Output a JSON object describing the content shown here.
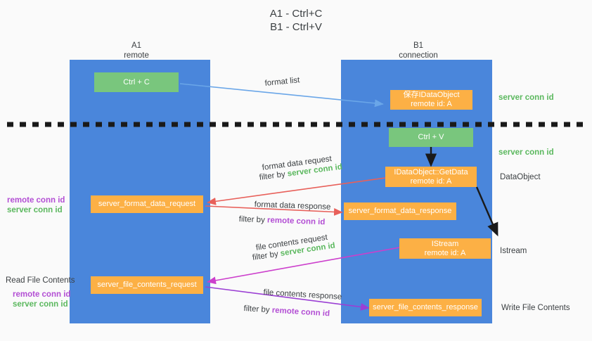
{
  "title": "A1 - Ctrl+C\nB1 - Ctrl+V",
  "columns": [
    {
      "name": "a1",
      "heading": "A1\nremote"
    },
    {
      "name": "b1",
      "heading": "B1\nconnection"
    }
  ],
  "boxes": {
    "ctrl_c": "Ctrl + C",
    "ctrl_v": "Ctrl + V",
    "save_idataobject": "保存IDataObject\nremote id: A",
    "idataobject_getdata": "IDataObject::GetData\nremote id: A",
    "istream": "IStream\nremote id: A",
    "server_format_data_request": "server_format_data_request",
    "server_format_data_response": "server_format_data_response",
    "server_file_contents_request": "server_file_contents_request",
    "server_file_contents_response": "server_file_contents_response"
  },
  "edge_labels": {
    "format_list": "format list",
    "format_data_request": "format data request",
    "format_data_request_filter_prefix": "filter by ",
    "format_data_request_filter_value": "server conn id",
    "format_data_response": "format data response",
    "format_data_response_filter_prefix": "filter by ",
    "format_data_response_filter_value": "remote conn id",
    "file_contents_request": "file contents request",
    "file_contents_request_filter_prefix": "filter by ",
    "file_contents_request_filter_value": "server conn id",
    "file_contents_response": "file contents response",
    "file_contents_response_filter_prefix": "filter by ",
    "file_contents_response_filter_value": "remote conn id"
  },
  "right_labels": {
    "server_conn_id_top": "server conn id",
    "server_conn_id_mid": "server conn id",
    "dataobject": "DataObject",
    "istream": "Istream",
    "write_file_contents": "Write File Contents"
  },
  "left_labels": {
    "conn_ids_mid_remote": "remote conn id",
    "conn_ids_mid_server": "server conn id",
    "read_file_contents": "Read File Contents",
    "conn_ids_bottom_remote": "remote conn id",
    "conn_ids_bottom_server": "server conn id"
  },
  "colors": {
    "panel_blue": "#4a86db",
    "box_green": "#79c67d",
    "box_orange": "#fcb045",
    "text_green": "#5bb85e",
    "text_purple": "#b34fd4",
    "arrow_light_blue": "#6aa6e8",
    "arrow_red": "#e8605a",
    "arrow_magenta": "#cc3fcc",
    "arrow_purple": "#9b3fd4",
    "arrow_black": "#1a1a1a",
    "divider_black": "#1a1a1a",
    "background": "#fafafa"
  }
}
